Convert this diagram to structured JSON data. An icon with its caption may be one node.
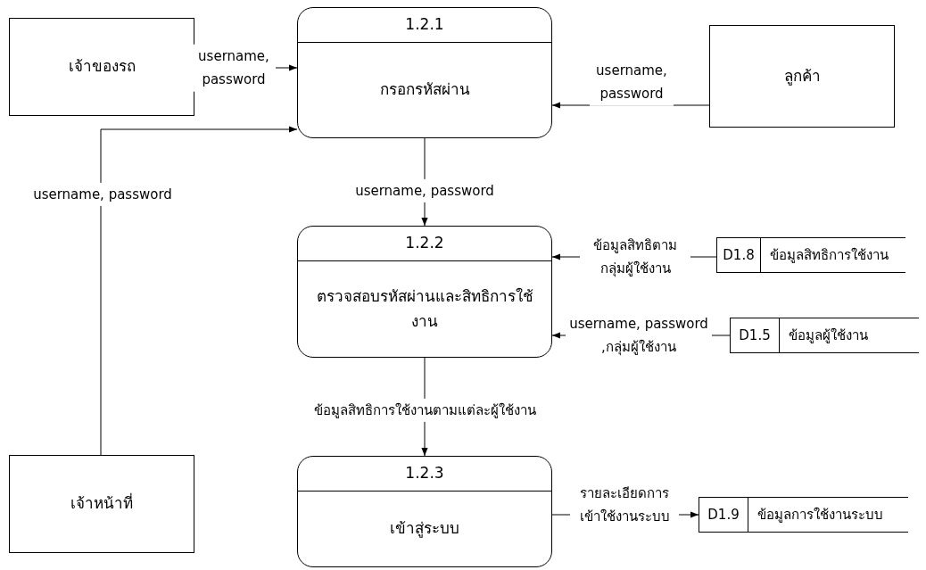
{
  "diagram": {
    "nodes": [
      {
        "text": [
          "เจ้าของรถ"
        ]
      },
      {
        "text": [
          "1.2.1",
          "กรอกรหัสผ่าน"
        ]
      },
      {
        "text": [
          "ลูกค้า"
        ]
      },
      {
        "text": [
          "1.2.2",
          "ตรวจสอบรหัสผ่านและสิทธิการใช้งาน"
        ]
      },
      {
        "text": [
          "D1.8",
          "ข้อมูลสิทธิการใช้งาน"
        ]
      },
      {
        "text": [
          "D1.5",
          "ข้อมูลผู้ใช้งาน"
        ]
      },
      {
        "text": [
          "เจ้าหน้าที่"
        ]
      },
      {
        "text": [
          "1.2.3",
          "เข้าสู่ระบบ"
        ]
      },
      {
        "text": [
          "D1.9",
          "ข้อมูลการใช้งานระบบ"
        ]
      }
    ],
    "edges": [
      {
        "from": 0,
        "to": 1,
        "arrow": "to",
        "label": "username, password"
      },
      {
        "from": 2,
        "to": 1,
        "arrow": "to",
        "label": "username, password"
      },
      {
        "from": 6,
        "to": 1,
        "arrow": "to",
        "label": "username, password"
      },
      {
        "from": 1,
        "to": 3,
        "arrow": "to",
        "label": "username, password"
      },
      {
        "from": 4,
        "to": 3,
        "arrow": "to",
        "label": "ข้อมูลสิทธิตามกลุ่มผู้ใช้งาน"
      },
      {
        "from": 5,
        "to": 3,
        "arrow": "to",
        "label": "username, password ,กลุ่มผู้ใช้งาน"
      },
      {
        "from": 3,
        "to": 7,
        "arrow": "to",
        "label": "ข้อมูลสิทธิการใช้งานตามแต่ละผู้ใช้งาน"
      },
      {
        "from": 7,
        "to": 8,
        "arrow": "to",
        "label": "รายละเอียดการเข้าใช้งานระบบ"
      }
    ]
  }
}
